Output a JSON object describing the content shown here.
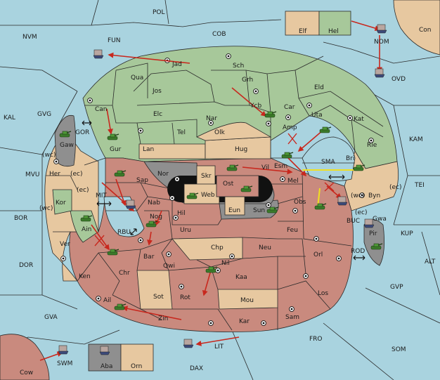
{
  "colors": {
    "sea": "#a9d3df",
    "green": "#a7c89a",
    "tan": "#e7c8a0",
    "red": "#c98a7e",
    "gray": "#8f8f8f",
    "black": "#111111",
    "order_arrow": "#c8281e",
    "support_arrow": "#f0e020"
  },
  "icons": {
    "army": "tank-icon",
    "fleet": "ship-icon",
    "supply_center": "supply-center-dot-icon",
    "convoy_link": "double-arrow-icon"
  },
  "labels": {
    "POL": "POL",
    "NVM": "NVM",
    "FUN": "FUN",
    "COB": "COB",
    "Elf": "Elf",
    "Hel": "Hel",
    "Con": "Con",
    "NOM": "NOM",
    "OVD": "OVD",
    "Jad": "Jad",
    "Sch": "Sch",
    "Qua": "Qua",
    "Grh": "Grh",
    "Jos": "Jos",
    "Eld": "Eld",
    "KAL": "KAL",
    "GVG": "GVG",
    "Can": "Can",
    "Car": "Car",
    "Ycb": "Ycb",
    "Uta": "Uta",
    "Elc": "Elc",
    "Nar": "Nar",
    "Amp": "Amp",
    "Kat": "Kat",
    "GOR": "GOR",
    "Tel": "Tel",
    "Olk": "Olk",
    "Gaw": "Gaw",
    "Gur": "Gur",
    "Lan": "Lan",
    "Hug": "Hug",
    "Rie": "Rie",
    "KAM": "KAM",
    "Bri": "Bri",
    "wc1": "(wc)",
    "Nor": "Nor",
    "Vil": "Vil",
    "Esm": "Esm",
    "SMA": "SMA",
    "MVU": "MVU",
    "Her": "Her",
    "ec1": "(ec)",
    "Skr": "Skr",
    "Ost": "Ost",
    "Sap": "Sap",
    "Web": "Web",
    "Mel": "Mel",
    "TEI": "TEI",
    "ec2": "(ec)",
    "MIT": "MIT",
    "ec3": "(ec)",
    "Byn": "Byn",
    "wc2": "(wc)",
    "Kor": "Kor",
    "Nab": "Nab",
    "Obs": "Obs",
    "Eun": "Eun",
    "Sun": "Sun",
    "wc3": "(wc)",
    "BOR": "BOR",
    "Hil": "Hil",
    "Gwa": "Gwa",
    "ec4": "(ec)",
    "Nog": "Nog",
    "BUC": "BUC",
    "RBU": "RBU",
    "Ain": "Ain",
    "Uru": "Uru",
    "Feu": "Feu",
    "Pir": "Pir",
    "KUP": "KUP",
    "Ver": "Ver",
    "Chp": "Chp",
    "Neu": "Neu",
    "Orl": "Orl",
    "Bar": "Bar",
    "ROD": "ROD",
    "DOR": "DOR",
    "Chr": "Chr",
    "Qwi": "Qwi",
    "Nil": "Nil",
    "ALT": "ALT",
    "Ken": "Ken",
    "Kaa": "Kaa",
    "GVP": "GVP",
    "Sot": "Sot",
    "Rot": "Rot",
    "Los": "Los",
    "Ail": "Ail",
    "Mou": "Mou",
    "GVA": "GVA",
    "Zin": "Zin",
    "Sam": "Sam",
    "Kar": "Kar",
    "FRO": "FRO",
    "LIT": "LIT",
    "SOM": "SOM",
    "SWM": "SWM",
    "Cow": "Cow",
    "Aba": "Aba",
    "Orn": "Orn",
    "DAX": "DAX"
  }
}
